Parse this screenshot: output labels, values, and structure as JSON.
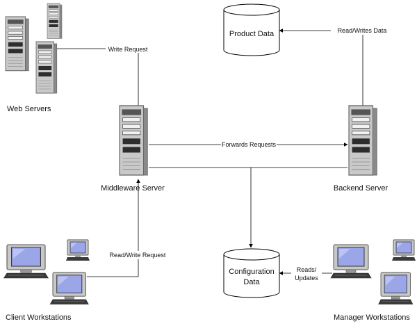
{
  "nodes": {
    "web_servers": "Web Servers",
    "middleware_server": "Middleware Server",
    "backend_server": "Backend Server",
    "product_data": "Product Data",
    "configuration_data_line1": "Configuration",
    "configuration_data_line2": "Data",
    "client_workstations": "Client Workstations",
    "manager_workstations": "Manager Workstations"
  },
  "edges": {
    "write_request": "Write Request",
    "read_writes_data": "Read/Writes Data",
    "forwards_requests": "Forwards Requests",
    "read_write_request": "Read/Write Request",
    "reads_updates_line1": "Reads/",
    "reads_updates_line2": "Updates"
  },
  "colors": {
    "line": "#000000",
    "server_body": "#d9d9d9",
    "server_dark": "#8c8c8c",
    "monitor_screen": "#9aa6e8",
    "monitor_body": "#c8c8c8"
  }
}
